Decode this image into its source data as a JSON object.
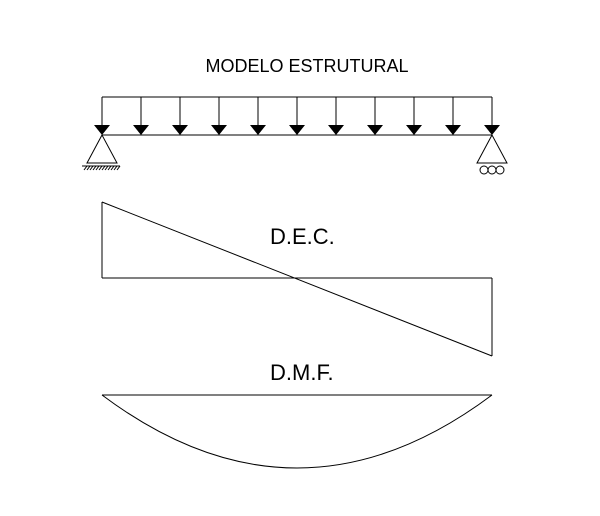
{
  "diagram": {
    "title": "MODELO ESTRUTURAL",
    "load_arrow_count": 11,
    "sections": {
      "dec": {
        "label": "D.E.C."
      },
      "dmf": {
        "label": "D.M.F."
      }
    },
    "supports": {
      "left": "pinned-support",
      "right": "roller-support"
    },
    "color": "#000000"
  }
}
